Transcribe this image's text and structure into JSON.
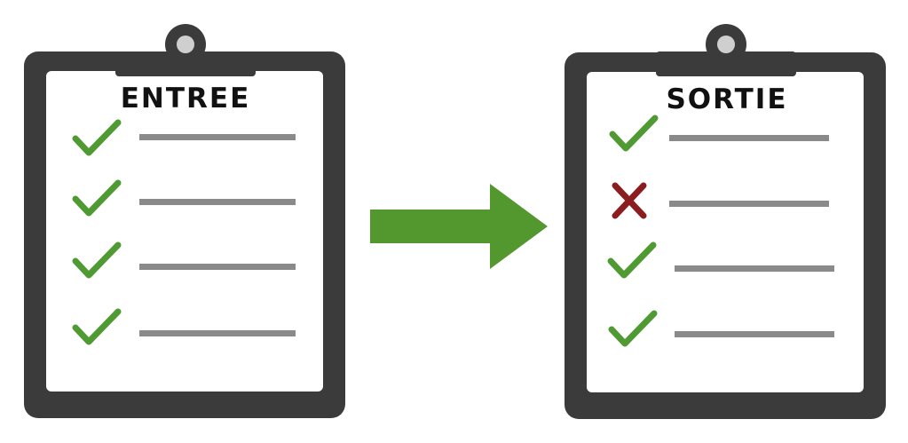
{
  "colors": {
    "board": "#3b3b3b",
    "paper": "#ffffff",
    "line": "#8a8a8a",
    "check": "#4f9a32",
    "cross": "#8b1d1f",
    "arrow": "#53982f"
  },
  "left_board": {
    "title": "ENTREE",
    "items": [
      {
        "status": "check"
      },
      {
        "status": "check"
      },
      {
        "status": "check"
      },
      {
        "status": "check"
      }
    ]
  },
  "right_board": {
    "title": "SORTIE",
    "items": [
      {
        "status": "check"
      },
      {
        "status": "cross"
      },
      {
        "status": "check"
      },
      {
        "status": "check"
      }
    ]
  },
  "icons": {
    "check": "check-icon",
    "cross": "cross-icon",
    "arrow": "arrow-right-icon",
    "clip": "clipboard-clip-icon"
  }
}
